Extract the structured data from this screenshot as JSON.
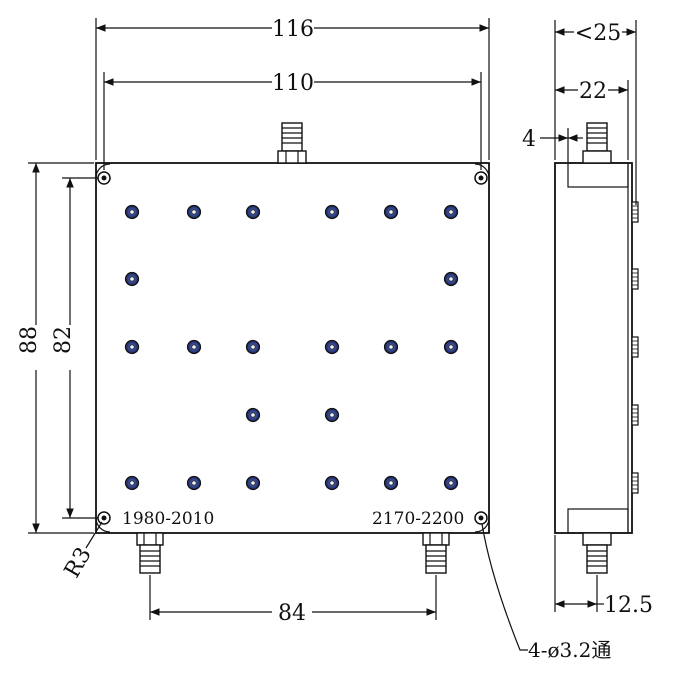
{
  "front_view": {
    "overall_width": "116",
    "hole_spacing_width": "110",
    "overall_height": "88",
    "hole_spacing_height": "82",
    "connector_spacing": "84",
    "corner_radius": "R3",
    "port_left_label": "1980-2010",
    "port_right_label": "2170-2200",
    "hole_note": "4-ø3.2通"
  },
  "side_view": {
    "overall_depth": "<25",
    "depth_22": "22",
    "connector_offset": "4",
    "base_dim": "12.5"
  },
  "colors": {
    "line": "#111111",
    "screw_blue": "#3a4f9e",
    "body_fill": "#ffffff"
  }
}
